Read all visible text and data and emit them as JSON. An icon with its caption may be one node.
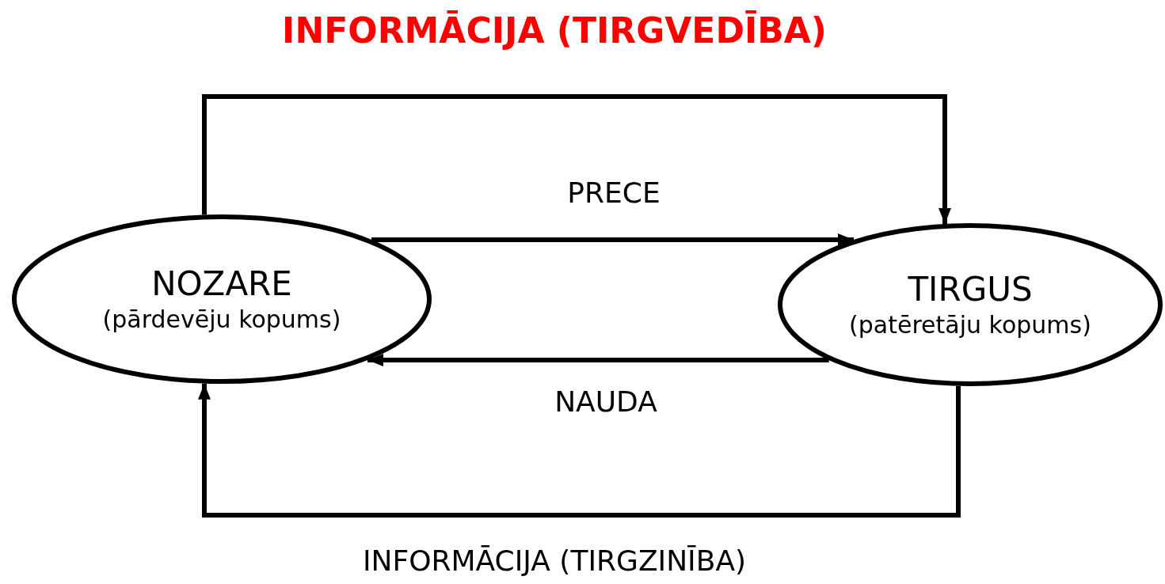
{
  "diagram": {
    "title": "INFORMĀCIJA (TIRGVEDĪBA)",
    "nodes": [
      {
        "text": [
          "NOZARE",
          "(pārdevēju kopums)"
        ]
      },
      {
        "text": [
          "TIRGUS",
          "(patēretāju kopums)"
        ]
      }
    ],
    "edges": [
      {
        "from": 0,
        "to": 1,
        "arrow": "to"
      },
      {
        "from": 0,
        "to": 1,
        "arrow": "to",
        "label": "PRECE"
      },
      {
        "from": 1,
        "to": 0,
        "arrow": "to",
        "label": "NAUDA"
      },
      {
        "from": 1,
        "to": 0,
        "arrow": "to",
        "label": "INFORMĀCIJA (TIRGZINĪBA)"
      }
    ]
  }
}
